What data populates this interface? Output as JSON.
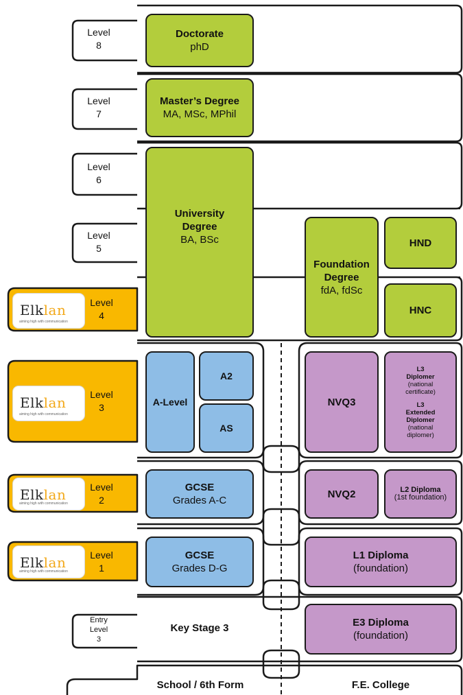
{
  "levels": {
    "l8": {
      "word": "Level",
      "num": "8"
    },
    "l7": {
      "word": "Level",
      "num": "7"
    },
    "l6": {
      "word": "Level",
      "num": "6"
    },
    "l5": {
      "word": "Level",
      "num": "5"
    },
    "l4": {
      "word": "Level",
      "num": "4"
    },
    "l3": {
      "word": "Level",
      "num": "3"
    },
    "l2": {
      "word": "Level",
      "num": "2"
    },
    "l1": {
      "word": "Level",
      "num": "1"
    },
    "entry": {
      "line1": "Entry",
      "line2": "Level",
      "num": "3"
    }
  },
  "logo": {
    "word_a": "Elk",
    "word_b": "lan",
    "tagline": "aiming high with communication"
  },
  "boxes": {
    "doctorate": {
      "title": "Doctorate",
      "sub": "phD"
    },
    "masters": {
      "title": "Master’s Degree",
      "sub": "MA, MSc, MPhil"
    },
    "university": {
      "title1": "University",
      "title2": "Degree",
      "sub": "BA, BSc"
    },
    "foundation": {
      "title1": "Foundation",
      "title2": "Degree",
      "sub": "fdA, fdSc"
    },
    "hnd": {
      "title": "HND"
    },
    "hnc": {
      "title": "HNC"
    },
    "a_level": {
      "title": "A-Level"
    },
    "a2": {
      "title": "A2"
    },
    "as": {
      "title": "AS"
    },
    "nvq3": {
      "title": "NVQ3"
    },
    "l3_diplomas": {
      "a_title1": "L3",
      "a_title2": "Diplomer",
      "a_sub1": "(national",
      "a_sub2": "certificate)",
      "b_title1": "L3",
      "b_title2": "Extended",
      "b_title3": "Diplomer",
      "b_sub1": "(national",
      "b_sub2": "diplomer)"
    },
    "gcse_ac": {
      "title": "GCSE",
      "sub": "Grades A-C"
    },
    "nvq2": {
      "title": "NVQ2"
    },
    "l2_diploma": {
      "title": "L2 Diploma",
      "sub": "(1st foundation)"
    },
    "gcse_dg": {
      "title": "GCSE",
      "sub": "Grades D-G"
    },
    "l1_diploma": {
      "title": "L1 Diploma",
      "sub": "(foundation)"
    },
    "key_stage": {
      "title": "Key Stage 3"
    },
    "e3_diploma": {
      "title": "E3 Diploma",
      "sub": "(foundation)"
    }
  },
  "columns": {
    "school": "School / 6th Form",
    "college": "F.E. College"
  },
  "colors": {
    "green": "#b3cd3c",
    "blue": "#8ebde6",
    "purple": "#c598c9",
    "orange": "#f9b800"
  }
}
